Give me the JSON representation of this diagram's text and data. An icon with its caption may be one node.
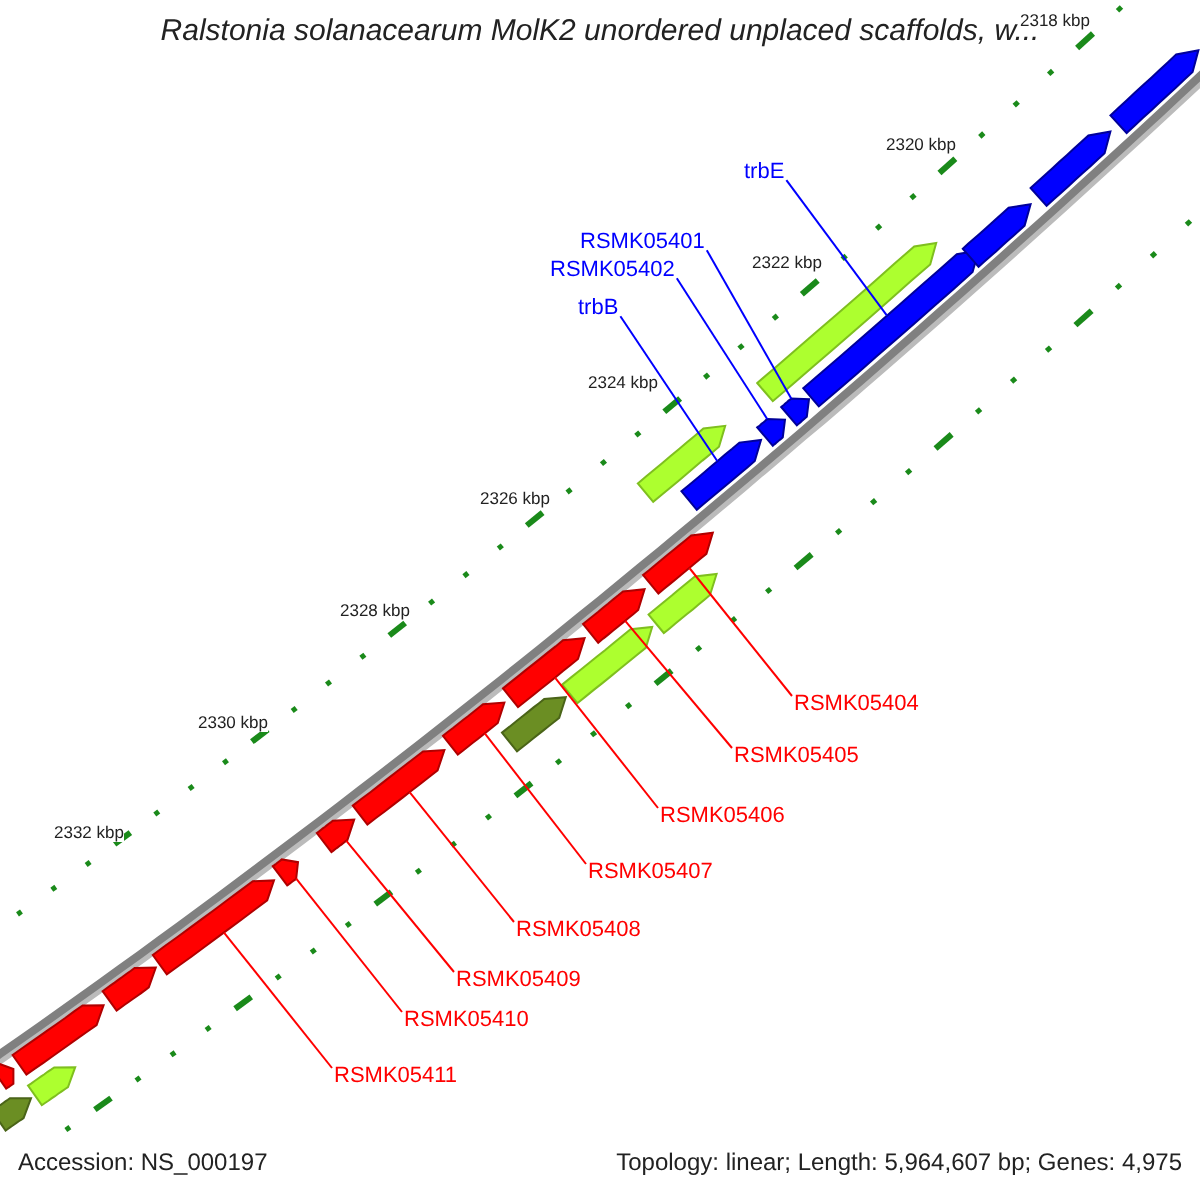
{
  "diagram": {
    "title": "Ralstonia solanacearum MolK2 unordered unplaced scaffolds, w...",
    "nodes": [
      {
        "text": [
          "trbE"
        ]
      },
      {
        "text": [
          "RSMK05401"
        ]
      },
      {
        "text": [
          "RSMK05402"
        ]
      },
      {
        "text": [
          "trbB"
        ]
      },
      {
        "text": [
          "RSMK05404"
        ]
      },
      {
        "text": [
          "RSMK05405"
        ]
      },
      {
        "text": [
          "RSMK05406"
        ]
      },
      {
        "text": [
          "RSMK05407"
        ]
      },
      {
        "text": [
          "RSMK05408"
        ]
      },
      {
        "text": [
          "RSMK05409"
        ]
      },
      {
        "text": [
          "RSMK05410"
        ]
      },
      {
        "text": [
          "RSMK05411"
        ]
      },
      {
        "text": [],
        "shape": "arrow"
      },
      {
        "text": [],
        "shape": "arrow"
      },
      {
        "text": [],
        "shape": "arrow"
      },
      {
        "text": [],
        "shape": "arrow"
      },
      {
        "text": [],
        "shape": "arrow"
      },
      {
        "text": [],
        "shape": "arrow"
      },
      {
        "text": [],
        "shape": "arrow"
      },
      {
        "text": [],
        "shape": "arrow"
      },
      {
        "text": [],
        "shape": "arrow"
      },
      {
        "text": [],
        "shape": "arrow"
      },
      {
        "text": [],
        "shape": "arrow"
      },
      {
        "text": [],
        "shape": "arrow"
      },
      {
        "text": [],
        "shape": "arrow"
      },
      {
        "text": [],
        "shape": "arrow"
      },
      {
        "text": [],
        "shape": "arrow"
      },
      {
        "text": [],
        "shape": "arrow"
      },
      {
        "text": [],
        "shape": "arrow"
      },
      {
        "text": [],
        "shape": "arrow"
      },
      {
        "text": [],
        "shape": "arrow"
      },
      {
        "text": [],
        "shape": "arrow"
      },
      {
        "text": [],
        "shape": "arrow"
      },
      {
        "text": [],
        "shape": "arrow"
      },
      {
        "text": [],
        "shape": "arrow"
      },
      {
        "text": [],
        "shape": "arrow"
      },
      {
        "text": [],
        "shape": "arrow"
      }
    ],
    "edges": [
      {
        "from": 0,
        "to": 12,
        "arrow": "none",
        "color": "#0000ff"
      },
      {
        "from": 1,
        "to": 13,
        "arrow": "none",
        "color": "#0000ff"
      },
      {
        "from": 2,
        "to": 14,
        "arrow": "none",
        "color": "#0000ff"
      },
      {
        "from": 3,
        "to": 15,
        "arrow": "none",
        "color": "#0000ff"
      },
      {
        "from": 4,
        "to": 16,
        "arrow": "none"
      },
      {
        "from": 5,
        "to": 17,
        "arrow": "none"
      },
      {
        "from": 6,
        "to": 18,
        "arrow": "none"
      },
      {
        "from": 7,
        "to": 19,
        "arrow": "none"
      },
      {
        "from": 8,
        "to": 20,
        "arrow": "none"
      },
      {
        "from": 9,
        "to": 21,
        "arrow": "none"
      },
      {
        "from": 10,
        "to": 22,
        "arrow": "none"
      },
      {
        "from": 11,
        "to": 23,
        "arrow": "none"
      }
    ],
    "labels": [
      "2318 kbp",
      "2320 kbp",
      "2322 kbp",
      "2324 kbp",
      "2326 kbp",
      "2328 kbp",
      "2330 kbp",
      "2332 kbp",
      "Accession: NS_000197",
      "Topology: linear; Length: 5,964,607 bp; Genes: 4,975"
    ]
  }
}
